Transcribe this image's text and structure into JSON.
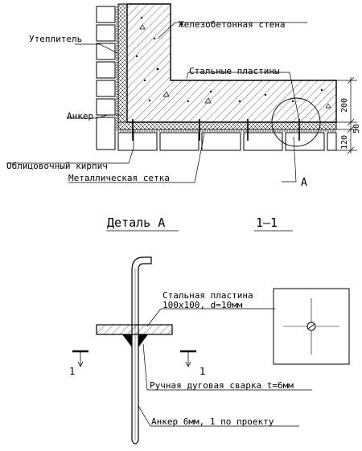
{
  "labels": {
    "concrete_wall": "Железобетонная стена",
    "insulation": "Утеплитель",
    "steel_plates": "Стальные пластины",
    "anchor": "Анкер",
    "facing_brick": "Облицовочный кирпич",
    "metal_mesh": "Металлическая сетка",
    "detail_marker": "A"
  },
  "dimensions": {
    "d200": "200",
    "d50": "50",
    "d120": "120"
  },
  "detail": {
    "title": "Деталь А",
    "section_label": "1–1",
    "plate_line1": "Стальная пластина",
    "plate_line2": "100x100, d=10мм",
    "weld": "Ручная дуговая сварка t=6мм",
    "anchor_rod": "Анкер 6мм, 1 по проекту",
    "cut_left": "1",
    "cut_right": "1"
  }
}
